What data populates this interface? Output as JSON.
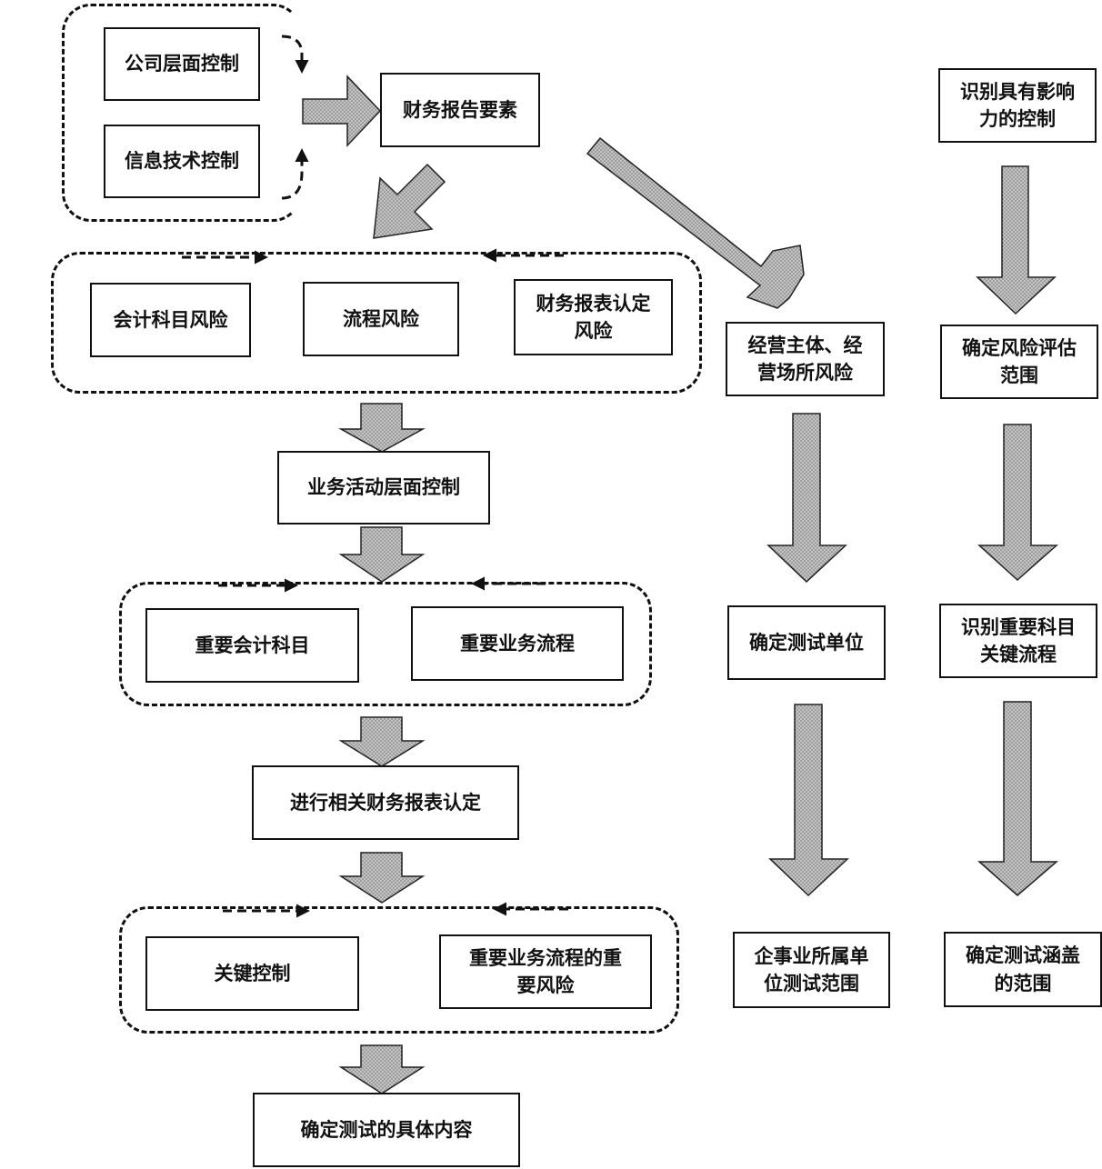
{
  "diagram": {
    "nodes": {
      "company_level": "公司层面控制",
      "it_control": "信息技术控制",
      "fin_report_elements": "财务报告要素",
      "account_risk": "会计科目风险",
      "process_risk": "流程风险",
      "assertion_risk": "财务报表认定\n风险",
      "activity_control": "业务活动层面控制",
      "key_accounts": "重要会计科目",
      "key_processes": "重要业务流程",
      "relevant_assertions": "进行相关财务报表认定",
      "key_controls": "关键控制",
      "process_key_risks": "重要业务流程的重\n要风险",
      "test_content": "确定测试的具体内容",
      "entity_risk": "经营主体、经\n营场所风险",
      "test_units": "确定测试单位",
      "unit_scope": "企事业所属单\n位测试范围",
      "influential_controls": "识别具有影响\n力的控制",
      "risk_scope": "确定风险评估\n范围",
      "accounts_processes": "识别重要科目\n关键流程",
      "coverage_scope": "确定测试涵盖\n的范围"
    },
    "colors": {
      "line": "#111111",
      "arrow_fill": "#c4c4c4",
      "arrow_dots": "#6e6e6e",
      "box_fill": "#ffffff"
    }
  }
}
